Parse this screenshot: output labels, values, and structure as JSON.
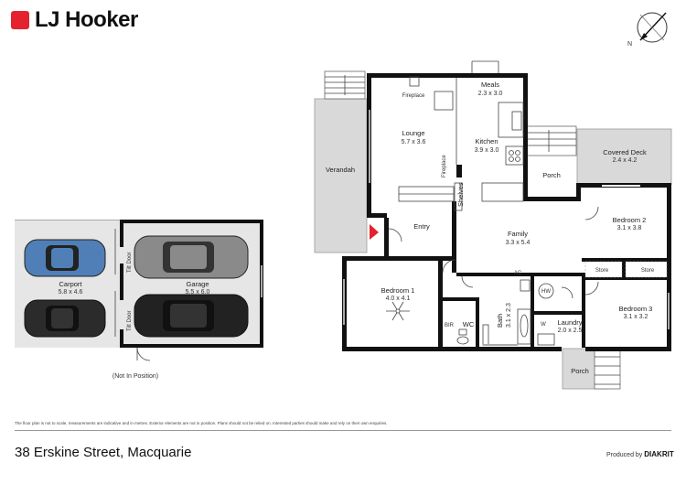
{
  "brand": {
    "name": "LJ Hooker",
    "color": "#e4222e"
  },
  "compass": {
    "label": "N",
    "icon": "north-arrow-icon"
  },
  "rooms": {
    "fireplace_top": "Fireplace",
    "meals": {
      "name": "Meals",
      "dims": "2.3 x 3.0"
    },
    "lounge": {
      "name": "Lounge",
      "dims": "5.7 x 3.6"
    },
    "kitchen": {
      "name": "Kitchen",
      "dims": "3.9 x 3.0"
    },
    "fireplace_side": "Fireplace",
    "shelves": "Shelves",
    "verandah": "Verandah",
    "porch_top": "Porch",
    "covered_deck": {
      "name": "Covered Deck",
      "dims": "2.4 x 4.2"
    },
    "entry": "Entry",
    "family": {
      "name": "Family",
      "dims": "3.3 x 5.4"
    },
    "bedroom2": {
      "name": "Bedroom 2",
      "dims": "3.1 x 3.8"
    },
    "store1": "Store",
    "store2": "Store",
    "ac": "AC",
    "hw": "HW",
    "bedroom1": {
      "name": "Bedroom 1",
      "dims": "4.0 x 4.1"
    },
    "bir": "BIR",
    "wc": "WC",
    "bath": {
      "name": "Bath",
      "dims": "3.1 x 2.3"
    },
    "w": "W",
    "laundry": {
      "name": "Laundry",
      "dims": "2.0 x 2.5"
    },
    "bedroom3": {
      "name": "Bedroom 3",
      "dims": "3.1 x 3.2"
    },
    "porch_bottom": "Porch",
    "carport": {
      "name": "Carport",
      "dims": "5.8 x 4.6"
    },
    "garage": {
      "name": "Garage",
      "dims": "5.5 x 6.0"
    },
    "tilt_door_1": "Tilt Door",
    "tilt_door_2": "Tilt Door",
    "not_in_position": "(Not In Position)"
  },
  "disclaimer": "The floor plan is not to scale, measurements are indicative and in metres. Exterior elements are not in position. Plans should not be relied on. Interested parties should make and rely on their own enquiries.",
  "address": "38 Erskine Street, Macquarie",
  "produced_by": {
    "prefix": "Produced by",
    "name": "DIAKRIT"
  }
}
